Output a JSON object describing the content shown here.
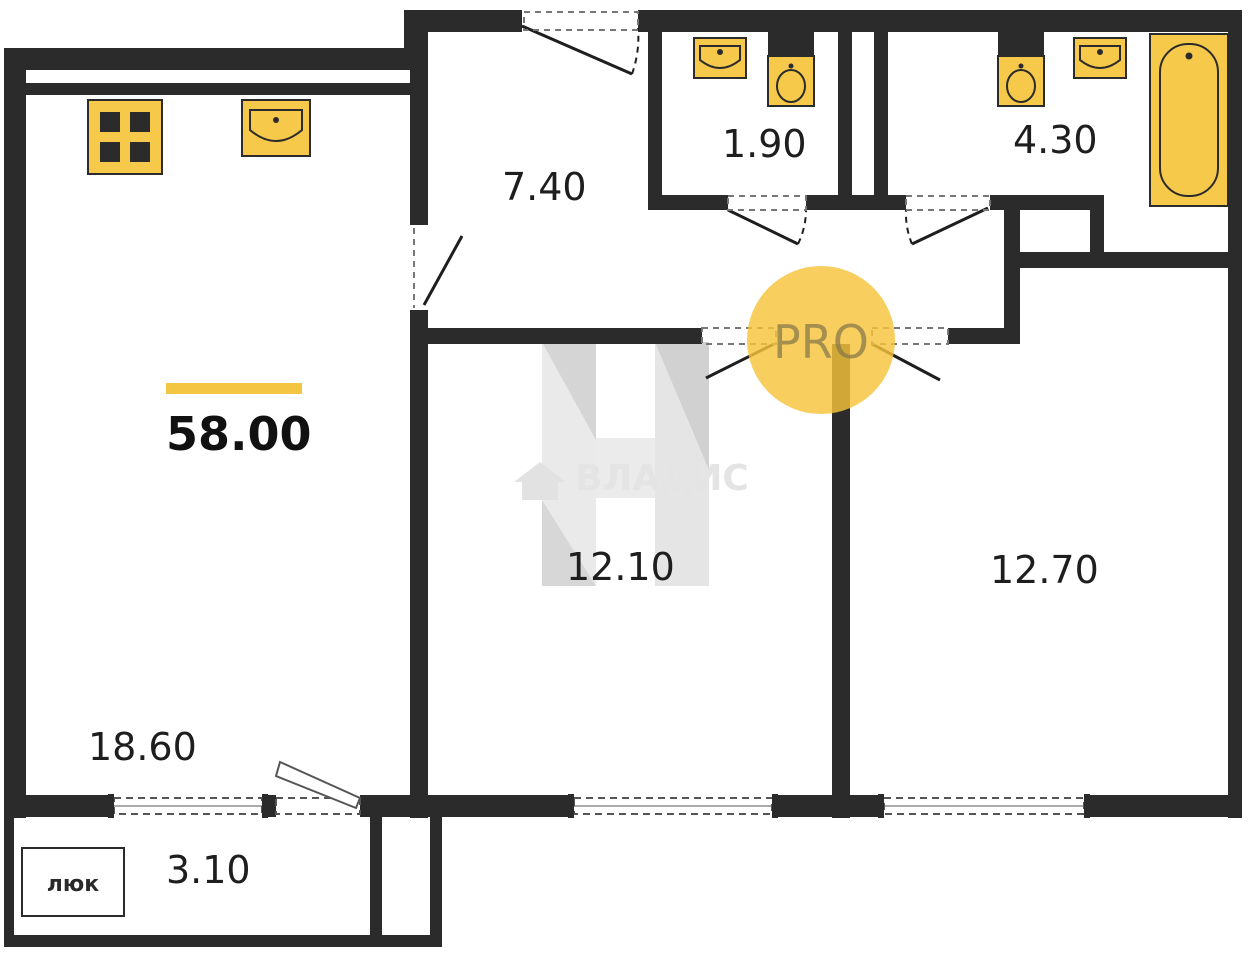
{
  "plan": {
    "total_area": "58.00",
    "rooms": {
      "kitchen": "18.60",
      "hall": "7.40",
      "wc": "1.90",
      "bathroom": "4.30",
      "bedroom_1": "12.10",
      "bedroom_2": "12.70",
      "balcony": "3.10"
    },
    "hatch_label": "люк",
    "badge": "PRO",
    "watermark": "ВЛАДИС"
  },
  "colors": {
    "wall": "#2b2b2b",
    "fixture": "#f6c94a",
    "badge": "#f7c53a",
    "accent_bar": "#f4c542",
    "door": "#1e1e1e"
  }
}
